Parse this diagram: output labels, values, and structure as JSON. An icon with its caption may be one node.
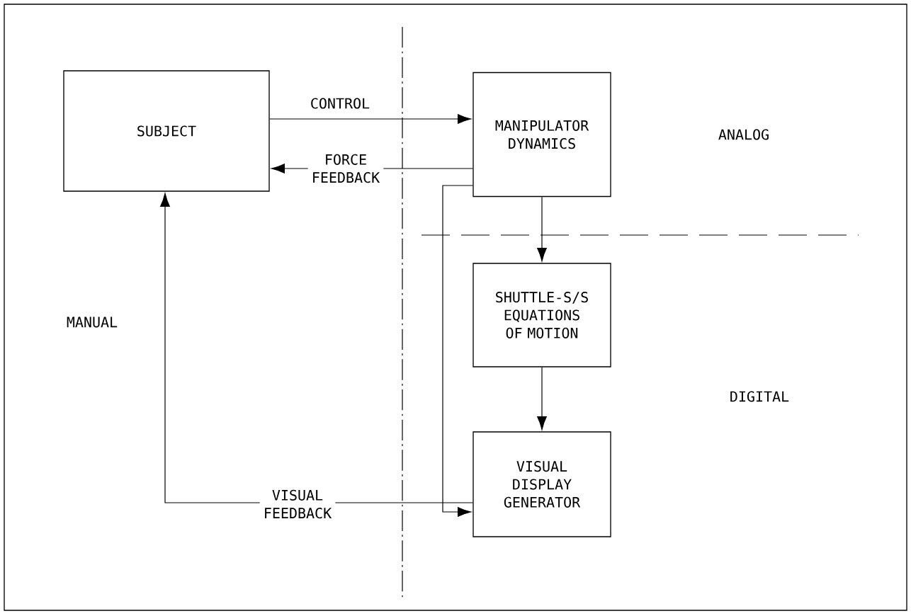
{
  "diagram": {
    "nodes": [
      {
        "text": [
          "SUBJECT"
        ]
      },
      {
        "text": [
          "MANIPULATOR DYNAMICS"
        ]
      },
      {
        "text": [
          "SHUTTLE-S/S EQUATIONS OF MOTION"
        ]
      },
      {
        "text": [
          "VISUAL DISPLAY GENERATOR"
        ]
      }
    ],
    "edges": [
      {
        "from": 0,
        "to": 1,
        "arrow": "to",
        "label": "CONTROL"
      },
      {
        "from": 1,
        "to": 0,
        "arrow": "to",
        "label": "FORCE FEEDBACK"
      },
      {
        "from": 1,
        "to": 2,
        "arrow": "to"
      },
      {
        "from": 2,
        "to": 3,
        "arrow": "to"
      },
      {
        "from": 1,
        "to": 3,
        "arrow": "to"
      },
      {
        "from": 3,
        "to": 0,
        "arrow": "to",
        "label": "VISUAL FEEDBACK"
      }
    ],
    "labels": [
      "ANALOG",
      "MANUAL",
      "DIGITAL"
    ]
  }
}
